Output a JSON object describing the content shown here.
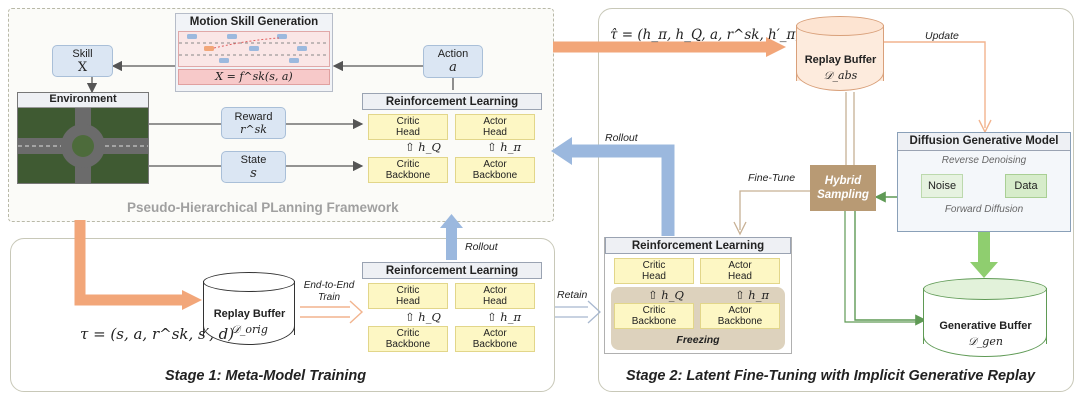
{
  "top_left": {
    "framework_label": "Pseudo-Hierarchical PLanning Framework",
    "motion": {
      "title": "Motion Skill Generation",
      "formula": "X = f^sk(s, a)"
    },
    "skill": {
      "label": "Skill",
      "symbol": "X"
    },
    "environment": {
      "label": "Environment"
    },
    "action": {
      "label": "Action",
      "symbol": "a"
    },
    "reward": {
      "label": "Reward",
      "symbol": "r^sk"
    },
    "state": {
      "label": "State",
      "symbol": "s"
    },
    "rl": {
      "title": "Reinforcement Learning",
      "critic_head": "Critic\nHead",
      "actor_head": "Actor\nHead",
      "critic_backbone": "Critic\nBackbone",
      "actor_backbone": "Actor\nBackbone",
      "h_q": "h_Q",
      "h_pi": "h_π"
    }
  },
  "stage1": {
    "title": "Stage 1: Meta-Model Training",
    "rollout": "Rollout",
    "buffer_label": "Replay Buffer",
    "buffer_symbol": "𝒟_orig",
    "tau": "τ = (s, a, r^sk, s′, d)",
    "e2e": "End-to-End\nTrain",
    "rl": {
      "title": "Reinforcement Learning",
      "critic_head": "Critic\nHead",
      "actor_head": "Actor\nHead",
      "critic_backbone": "Critic\nBackbone",
      "actor_backbone": "Actor\nBackbone",
      "h_q": "h_Q",
      "h_pi": "h_π"
    },
    "retain": "Retain"
  },
  "stage2": {
    "title": "Stage 2: Latent Fine-Tuning with Implicit Generative Replay",
    "tau": "τ̂ = (h_π, h_Q, a, r^sk, h′_π, h′_Q, d)",
    "replay_label": "Replay Buffer",
    "replay_symbol": "𝒟_abs",
    "update": "Update",
    "rollout": "Rollout",
    "finetune": "Fine-Tune",
    "hybrid": "Hybrid\nSampling",
    "diffusion": {
      "title": "Diffusion Generative Model",
      "reverse": "Reverse Denoising",
      "noise": "Noise",
      "data": "Data",
      "forward": "Forward Diffusion"
    },
    "rl": {
      "title": "Reinforcement Learning",
      "critic_head": "Critic\nHead",
      "actor_head": "Actor\nHead",
      "critic_backbone": "Critic\nBackbone",
      "actor_backbone": "Actor\nBackbone",
      "h_q": "h_Q",
      "h_pi": "h_π",
      "freezing": "Freezing"
    },
    "gen_label": "Generative Buffer",
    "gen_symbol": "𝒟_gen"
  },
  "colors": {
    "orange_arrow": "#f2a679",
    "blue_arrow": "#9bb8de",
    "green_arrow": "#8fce6f",
    "hybrid": "#b89a74",
    "green_line": "#5f9a55"
  }
}
